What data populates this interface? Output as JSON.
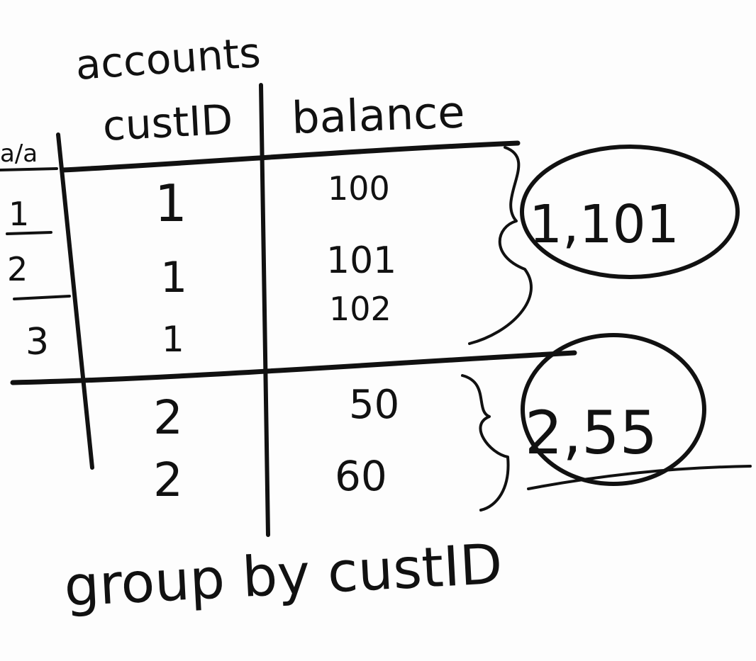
{
  "table": {
    "name": "accounts",
    "headers": {
      "row_id": "a/a",
      "cust_id": "custID",
      "balance": "balance"
    },
    "row_ids": [
      "1",
      "2",
      "3"
    ],
    "rows": [
      {
        "cust_id": "1",
        "balance": "100"
      },
      {
        "cust_id": "1",
        "balance": "101"
      },
      {
        "cust_id": "1",
        "balance": "102"
      },
      {
        "cust_id": "2",
        "balance": "50"
      },
      {
        "cust_id": "2",
        "balance": "60"
      }
    ]
  },
  "groups": [
    {
      "result": "1,101"
    },
    {
      "result": "2,55"
    }
  ],
  "caption": "group by custID",
  "colors": {
    "ink": "#111111",
    "background": "#fdfdfd"
  }
}
